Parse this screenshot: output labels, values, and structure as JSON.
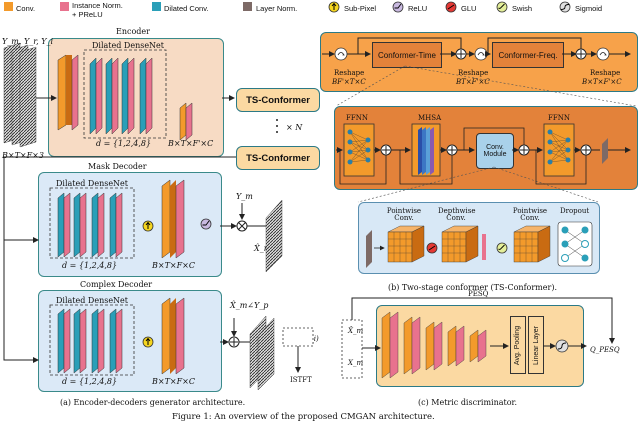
{
  "legend": {
    "conv": "Conv.",
    "inorm": "Instance Norm.",
    "inorm2": "+ PReLU",
    "dilated": "Dilated Conv.",
    "layernorm": "Layer Norm.",
    "subpixel": "Sub-Pixel",
    "relu": "ReLU",
    "glu": "GLU",
    "swish": "Swish",
    "sigmoid": "Sigmoid"
  },
  "colors": {
    "conv": "#f39a2b",
    "inorm": "#e8728e",
    "dilated": "#2a9fb8",
    "layernorm": "#7d6a66",
    "panel_bg": "#f7dbc4",
    "conformer_bg": "#e3823a",
    "sub_bg": "#f7a24a",
    "module_bg": "#d8e8f6"
  },
  "left": {
    "input_label": "Y_m, Y_r, Y_i",
    "input_dims": "B×T×F×3",
    "encoder_title": "Encoder",
    "dense_title": "Dilated DenseNet",
    "dilation": "d = {1,2,4,8}",
    "enc_dims": "B×T×F'×C",
    "ts1": "TS-Conformer",
    "ts2": "TS-Conformer",
    "repeat": "× N",
    "mask_title": "Mask Decoder",
    "mask_dense": "Dilated DenseNet",
    "mask_dilation": "d = {1,2,4,8}",
    "mask_dims": "B×T×F×C",
    "ym": "Y_m",
    "xm_hat": "X̂_m",
    "complex_title": "Complex Decoder",
    "complex_dense": "Dilated DenseNet",
    "complex_dilation": "d = {1,2,4,8}",
    "complex_dims": "B×T×F×C",
    "xm_angle": "X̂_m∠Y_p",
    "xr_xi": "(X̂_r, X̂_i)",
    "istft": "ISTFT",
    "caption": "(a) Encoder-decoders generator architecture."
  },
  "conformer": {
    "reshape1": "Reshape",
    "reshape1_dims": "BF'×T×C",
    "time": "Conformer-Time",
    "reshape2": "Reshape",
    "reshape2_dims": "BT×F'×C",
    "freq": "Conformer-Freq.",
    "reshape3": "Reshape",
    "reshape3_dims": "B×T×F'×C",
    "ffnn1": "FFNN",
    "mhsa": "MHSA",
    "conv_module": "Conv. Module",
    "ffnn2": "FFNN",
    "pw1": "Pointwise Conv.",
    "dw": "Depthwise Conv.",
    "pw2": "Pointwise Conv.",
    "dropout": "Dropout",
    "caption": "(b) Two-stage conformer (TS-Conformer)."
  },
  "metric": {
    "pesq": "PESQ",
    "xm_hat": "X̂_m",
    "xm": "X_m",
    "pool": "Avg. Pooling",
    "linear": "Linear Layer",
    "q": "Q_PESQ",
    "caption": "(c) Metric discriminator."
  },
  "figure_caption": "Figure 1: An overview of the proposed CMGAN architecture."
}
